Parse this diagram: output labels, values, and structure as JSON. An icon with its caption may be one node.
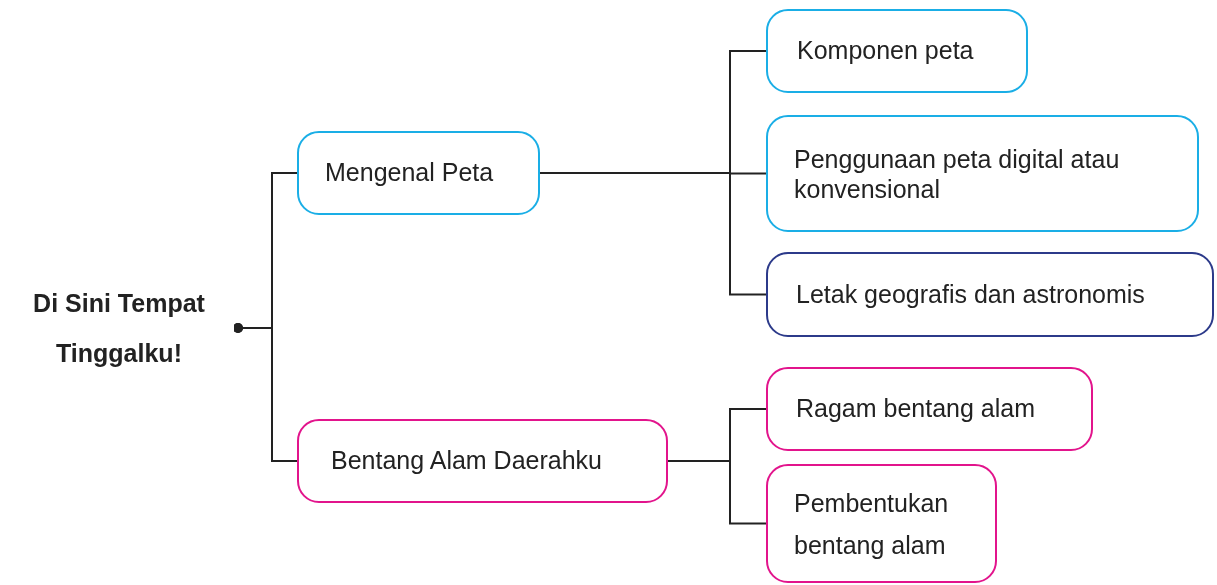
{
  "diagram": {
    "nodes": [
      {
        "text": [
          "Di Sini Tempat Tinggalku!"
        ]
      },
      {
        "text": [
          "Mengenal Peta"
        ]
      },
      {
        "text": [
          "Bentang Alam Daerahku"
        ]
      },
      {
        "text": [
          "Komponen peta"
        ]
      },
      {
        "text": [
          "Penggunaan peta digital atau konvensional"
        ]
      },
      {
        "text": [
          "Letak geografis dan astronomis"
        ]
      },
      {
        "text": [
          "Ragam bentang alam"
        ]
      },
      {
        "text": [
          "Pembentukan bentang alam"
        ]
      }
    ],
    "edges": [
      {
        "from": 0,
        "to": 1,
        "arrow": "other"
      },
      {
        "from": 0,
        "to": 2,
        "arrow": "other"
      },
      {
        "from": 1,
        "to": 3,
        "arrow": "none"
      },
      {
        "from": 1,
        "to": 4,
        "arrow": "none"
      },
      {
        "from": 1,
        "to": 5,
        "arrow": "none"
      },
      {
        "from": 2,
        "to": 6,
        "arrow": "none"
      },
      {
        "from": 2,
        "to": 7,
        "arrow": "none"
      }
    ]
  }
}
